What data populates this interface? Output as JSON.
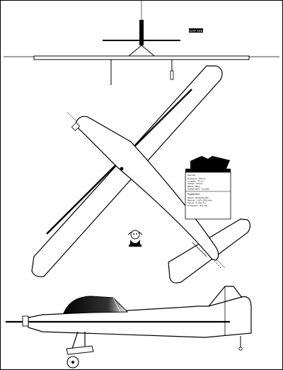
{
  "drawing": {
    "front_view_tag": "GAP 10S",
    "title": "GAP 10s",
    "subtitle": "Gap 10s",
    "spec_rows": [
      "Envergure : 120 cm",
      "Longueur : 97 cm",
      "Surface : 28 dm²",
      "Masse : 580 g",
      "Charge alaire : 21 g/dm²"
    ],
    "equipment_heading": "Equipement :",
    "equipment_rows": [
      "Moteur : Brushless 400",
      "Batterie : 3 LiPo 1500 mAh",
      "Servos : 4 micro 9 g",
      "Conception : Gap 10s"
    ],
    "colors": {
      "line": "#000000",
      "paper": "#ffffff",
      "shade": "#1a1a1a"
    }
  }
}
